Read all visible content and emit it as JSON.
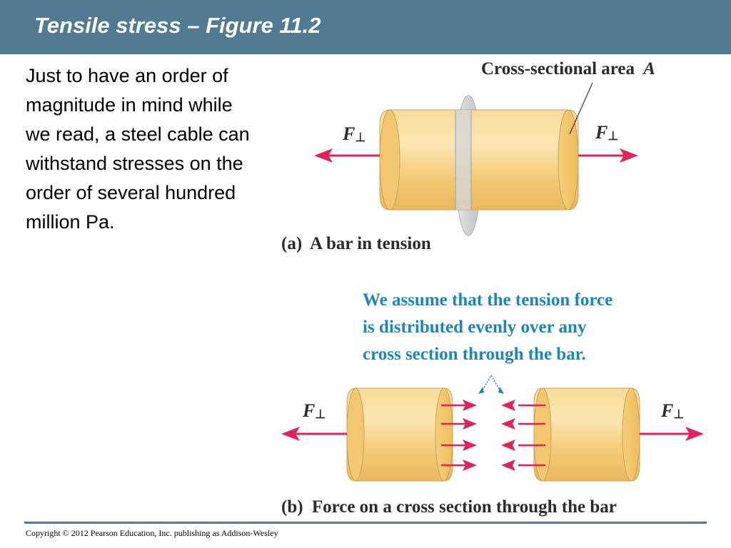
{
  "header": {
    "title": "Tensile stress – Figure 11.2"
  },
  "body": {
    "text": "Just to have an order of magnitude in mind while we read, a steel cable can withstand stresses on the order of several hundred million Pa."
  },
  "figure": {
    "area_label": "Cross-sectional area",
    "area_symbol": "A",
    "force_symbol": "F",
    "perp_symbol": "⊥",
    "panel_a": {
      "letter": "(a)",
      "caption": "A bar in tension"
    },
    "note_lines": [
      "We assume that the tension force",
      "is distributed evenly over any",
      "cross section through the bar."
    ],
    "panel_b": {
      "letter": "(b)",
      "caption": "Force on a cross section through the bar"
    },
    "colors": {
      "bar": "#f3c873",
      "bar_face": "#f6d27e",
      "arrow": "#e2235a",
      "note": "#1a86bf",
      "plane": "#d9dde0"
    }
  },
  "footer": {
    "copyright": "Copyright © 2012 Pearson Education, Inc. publishing as Addison-Wesley"
  }
}
